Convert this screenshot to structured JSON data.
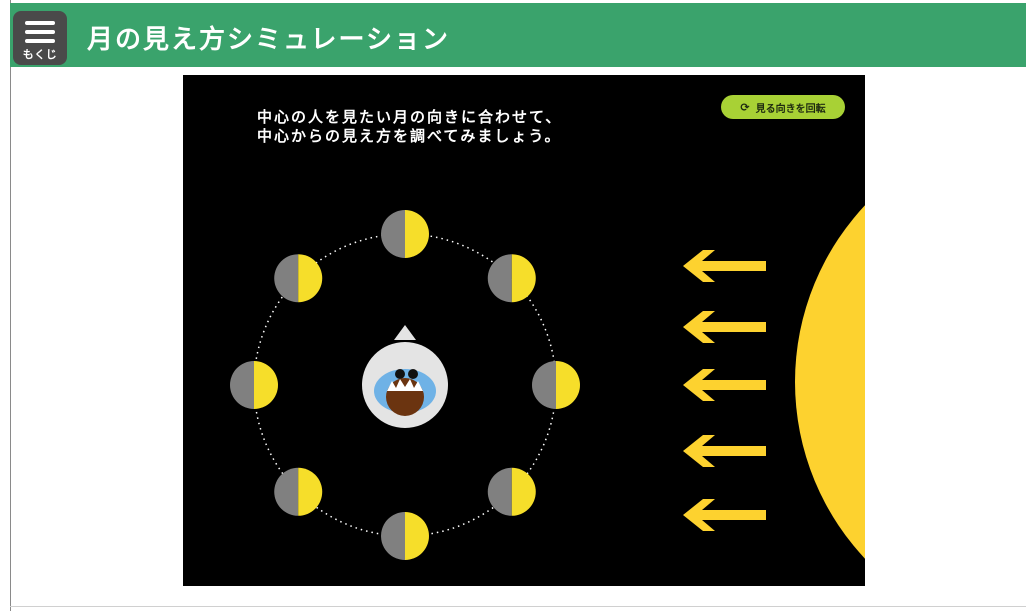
{
  "header": {
    "menu_label": "もくじ",
    "title": "月の見え方シミュレーション"
  },
  "simulation": {
    "instructions_line1": "中心の人を見たい月の向きに合わせて、",
    "instructions_line2": "中心からの見え方を調べてみましょう。",
    "rotate_button_label": "見る向きを回転",
    "moon_count": 8,
    "sun_arrow_count": 5,
    "colors": {
      "background": "#000000",
      "moon_lit": "#f6de2a",
      "moon_dark": "#808080",
      "sun": "#fdd22f",
      "arrow": "#fdd22f",
      "orbit": "#ffffff",
      "button": "#a8d135",
      "header": "#3aa36c"
    }
  }
}
